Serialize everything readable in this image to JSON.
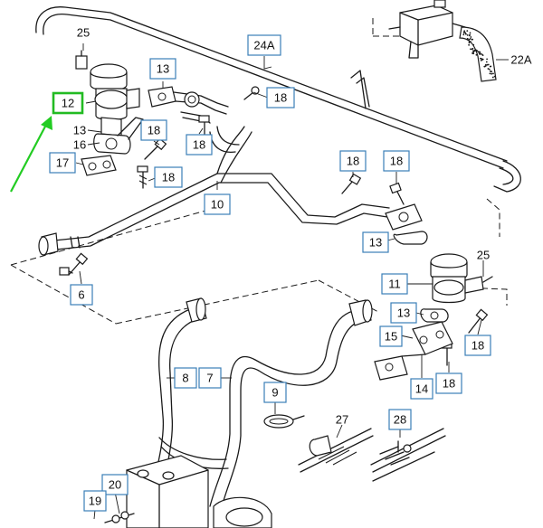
{
  "colors": {
    "callout_border": "#3b7fb8",
    "highlight_border": "#22bb22",
    "pointer_arrow": "#22cc22"
  },
  "highlighted_callout": "12",
  "callouts": [
    {
      "label": "25",
      "boxed": false
    },
    {
      "label": "13",
      "boxed": true
    },
    {
      "label": "12",
      "boxed": true,
      "highlighted": true
    },
    {
      "label": "24A",
      "boxed": true
    },
    {
      "label": "18",
      "boxed": true
    },
    {
      "label": "22A",
      "boxed": false
    },
    {
      "label": "13",
      "boxed": false
    },
    {
      "label": "16",
      "boxed": false
    },
    {
      "label": "17",
      "boxed": true
    },
    {
      "label": "18",
      "boxed": true
    },
    {
      "label": "18",
      "boxed": true
    },
    {
      "label": "18",
      "boxed": true
    },
    {
      "label": "10",
      "boxed": true
    },
    {
      "label": "18",
      "boxed": true
    },
    {
      "label": "18",
      "boxed": true
    },
    {
      "label": "13",
      "boxed": true
    },
    {
      "label": "25",
      "boxed": false
    },
    {
      "label": "6",
      "boxed": true
    },
    {
      "label": "11",
      "boxed": true
    },
    {
      "label": "13",
      "boxed": true
    },
    {
      "label": "15",
      "boxed": true
    },
    {
      "label": "18",
      "boxed": true
    },
    {
      "label": "8",
      "boxed": true
    },
    {
      "label": "7",
      "boxed": true
    },
    {
      "label": "14",
      "boxed": true
    },
    {
      "label": "18",
      "boxed": true
    },
    {
      "label": "9",
      "boxed": true
    },
    {
      "label": "27",
      "boxed": false
    },
    {
      "label": "28",
      "boxed": true
    },
    {
      "label": "20",
      "boxed": true
    },
    {
      "label": "19",
      "boxed": true
    }
  ]
}
